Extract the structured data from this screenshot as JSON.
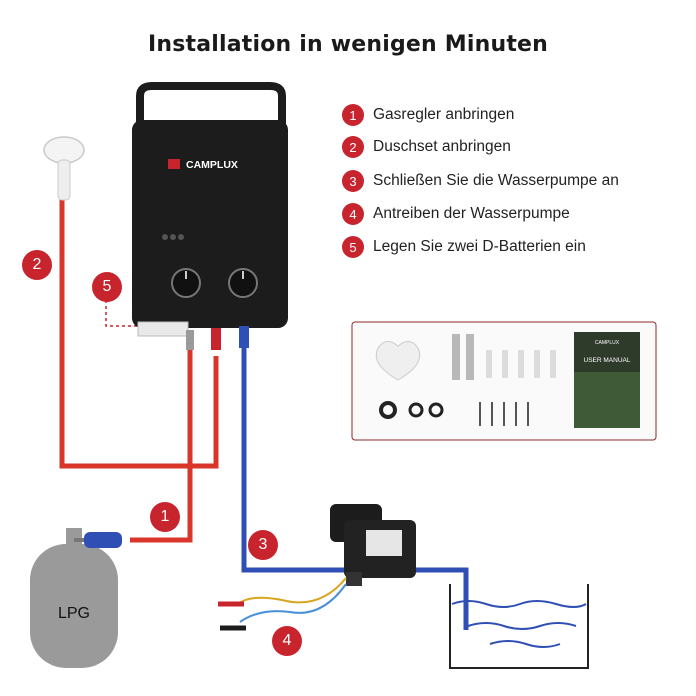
{
  "title": "Installation in wenigen Minuten",
  "brand": "CAMPLUX",
  "steps": [
    {
      "num": "1",
      "label": "Gasregler anbringen"
    },
    {
      "num": "2",
      "label": "Duschset anbringen"
    },
    {
      "num": "3",
      "label": "Schließen Sie die Wasserpumpe an"
    },
    {
      "num": "4",
      "label": "Antreiben der Wasserpumpe"
    },
    {
      "num": "5",
      "label": "Legen Sie zwei D-Batterien ein"
    }
  ],
  "diagram_badges": {
    "b1": "1",
    "b2": "2",
    "b3": "3",
    "b4": "4",
    "b5": "5"
  },
  "tank_label": "LPG",
  "manual_label": "USER MANUAL",
  "colors": {
    "accent": "#c8242e",
    "hot_pipe": "#d9352b",
    "cold_pipe": "#2f4fb5",
    "heater": "#1c1c1c"
  }
}
